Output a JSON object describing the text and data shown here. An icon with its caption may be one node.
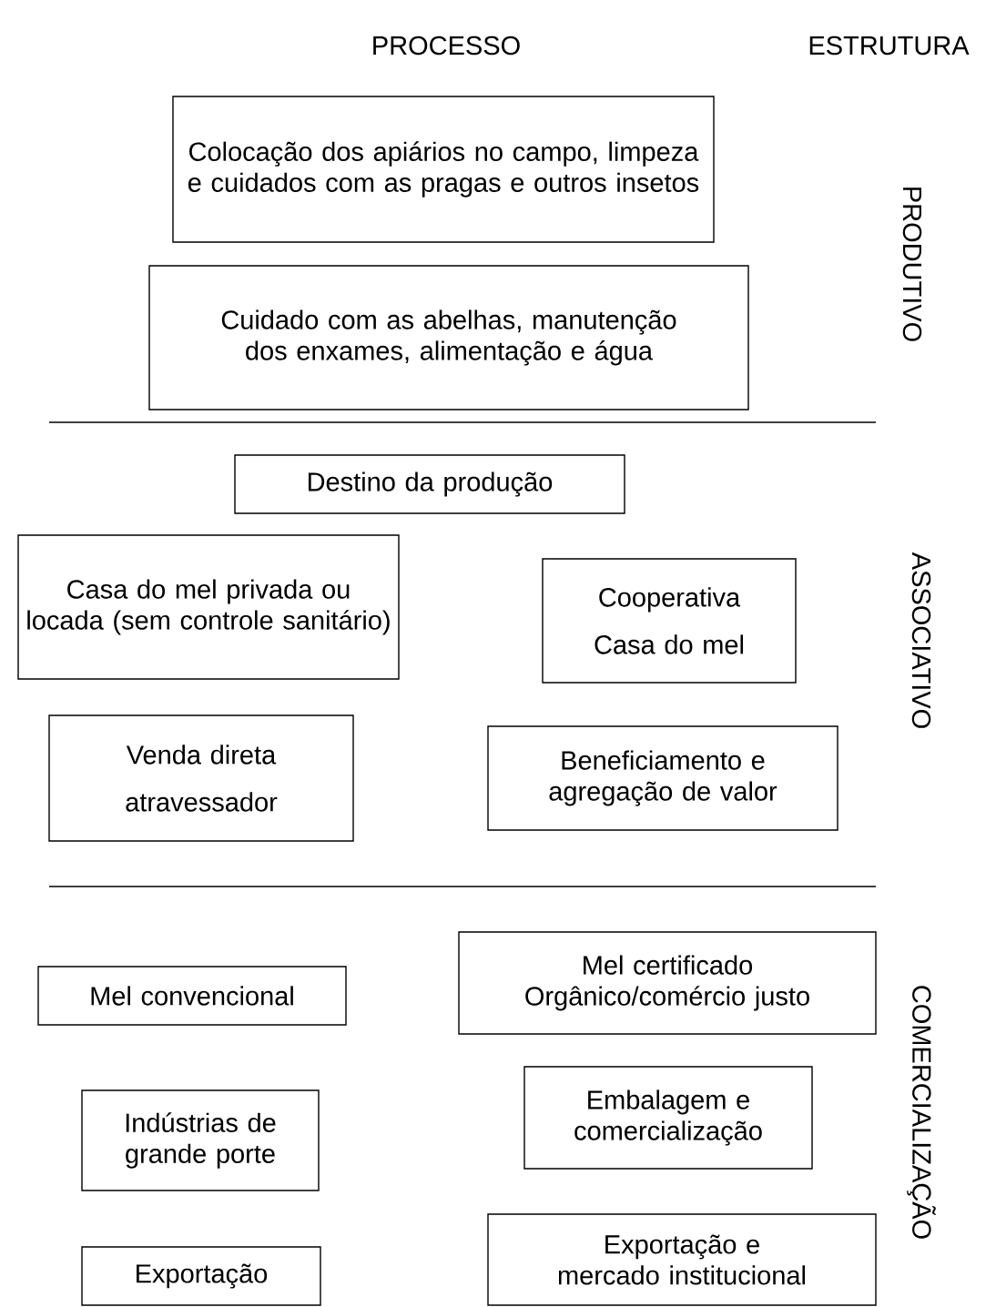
{
  "diagram": {
    "nodes": [
      {
        "text": [
          "Colocação dos apiários no campo, limpeza e cuidados com as pragas e outros insetos"
        ]
      },
      {
        "text": [
          "Cuidado com as abelhas, manutenção dos enxames, alimentação e água"
        ]
      },
      {
        "text": [
          "Destino da produção"
        ]
      },
      {
        "text": [
          "Casa do mel privada ou locada (sem controle sanitário)"
        ]
      },
      {
        "text": [
          "Cooperativa",
          "Casa do mel"
        ]
      },
      {
        "text": [
          "Venda direta",
          "atravessador"
        ]
      },
      {
        "text": [
          "Beneficiamento e agregação de valor"
        ]
      },
      {
        "text": [
          "Mel certificado Orgânico/comércio justo"
        ]
      },
      {
        "text": [
          "Mel convencional"
        ]
      },
      {
        "text": [
          "Embalagem e comercialização"
        ]
      },
      {
        "text": [
          "Indústrias de grande porte"
        ]
      },
      {
        "text": [
          "Exportação e mercado institucional"
        ]
      },
      {
        "text": [
          "Exportação"
        ]
      }
    ],
    "labels": [
      "PROCESSO",
      "ESTRUTURA",
      "PRODUTIVO",
      "ASSOCIATIVO",
      "COMERCIALIZAÇÃO"
    ]
  }
}
